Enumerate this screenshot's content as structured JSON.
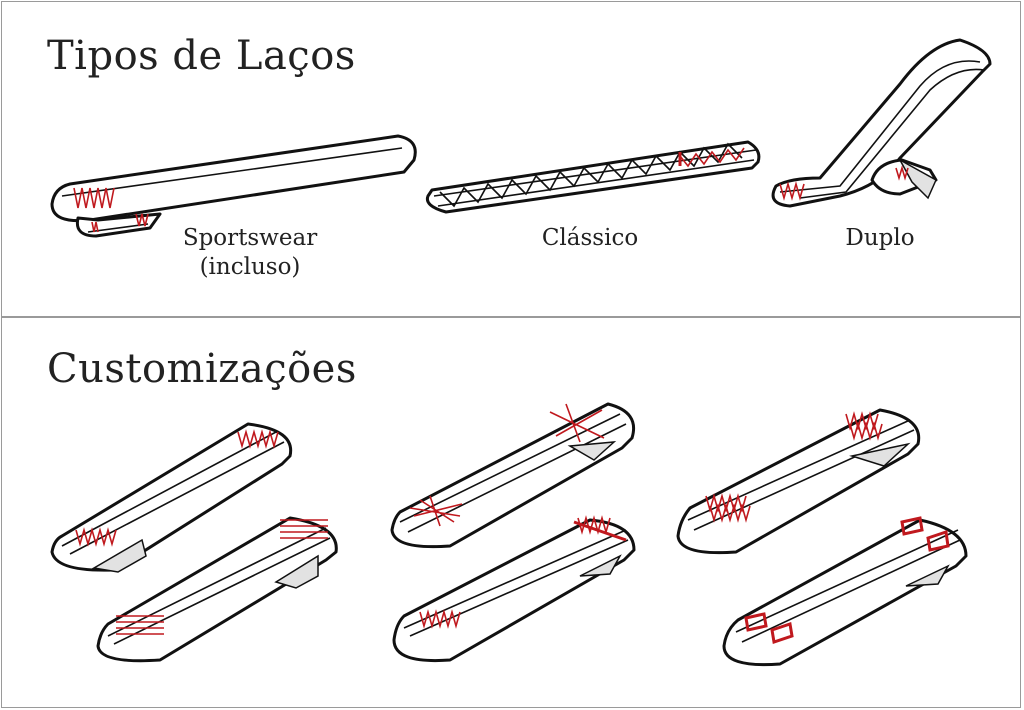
{
  "sections": {
    "loop_types": {
      "title": "Tipos de Laços",
      "items": [
        {
          "line1": "Sportswear",
          "line2": "(incluso)"
        },
        {
          "line1": "Clássico",
          "line2": ""
        },
        {
          "line1": "Duplo",
          "line2": ""
        }
      ]
    },
    "customizations": {
      "title": "Customizações"
    }
  },
  "colors": {
    "stitch": "#c0191e",
    "outline": "#111111",
    "divider": "#9a9a9a"
  }
}
